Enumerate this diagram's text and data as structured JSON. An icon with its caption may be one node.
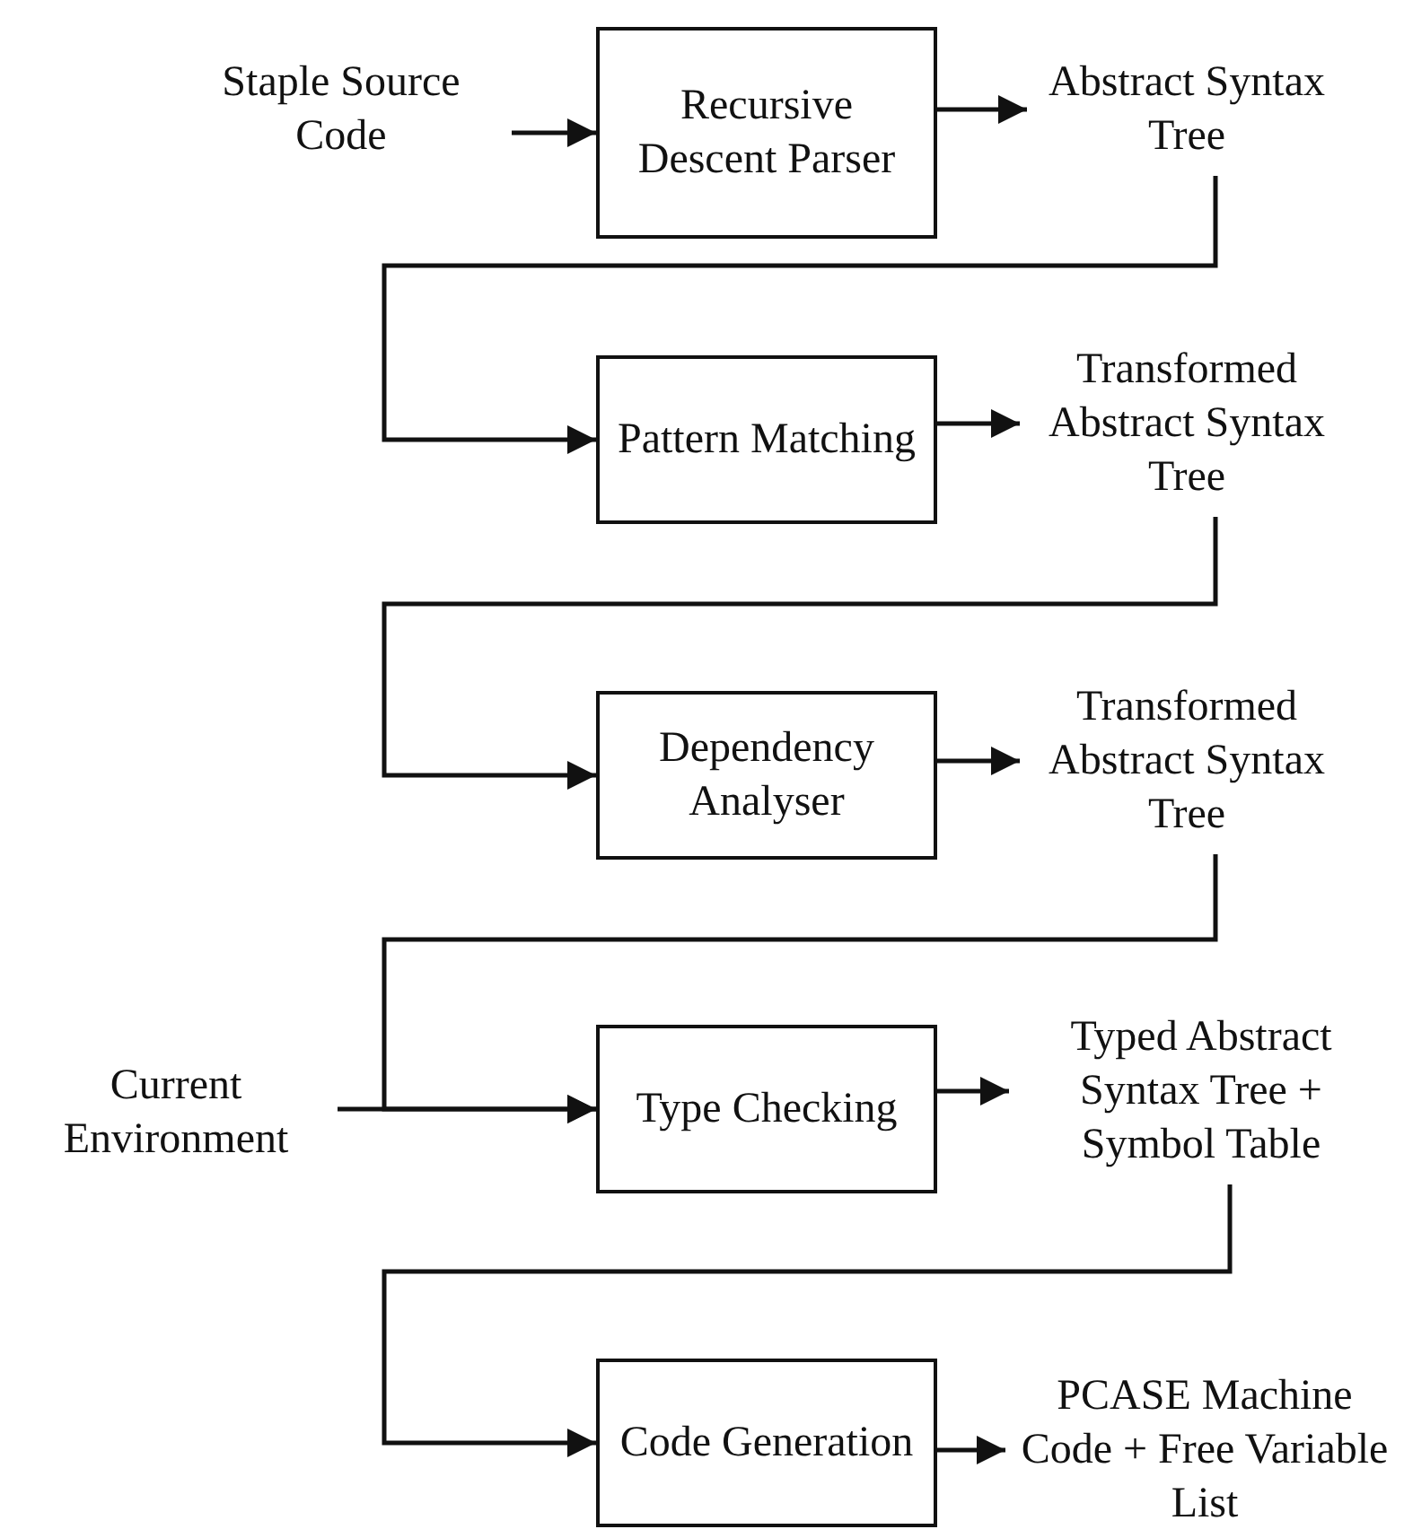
{
  "diagram": {
    "nodes": [
      {
        "text": [
          "Staple Source Code"
        ]
      },
      {
        "text": [
          "Recursive Descent Parser"
        ]
      },
      {
        "text": [
          "Abstract Syntax Tree"
        ]
      },
      {
        "text": [
          "Pattern Matching"
        ]
      },
      {
        "text": [
          "Transformed Abstract Syntax Tree"
        ]
      },
      {
        "text": [
          "Dependency Analyser"
        ]
      },
      {
        "text": [
          "Transformed Abstract Syntax Tree"
        ]
      },
      {
        "text": [
          "Current Environment"
        ]
      },
      {
        "text": [
          "Type Checking"
        ]
      },
      {
        "text": [
          "Typed Abstract Syntax Tree + Symbol Table"
        ]
      },
      {
        "text": [
          "Code Generation"
        ]
      },
      {
        "text": [
          "PCASE Machine Code + Free Variable List"
        ]
      }
    ],
    "edges": [
      {
        "from": 0,
        "to": 1,
        "arrow": "to"
      },
      {
        "from": 1,
        "to": 2,
        "arrow": "to"
      },
      {
        "from": 2,
        "to": 3,
        "arrow": "to"
      },
      {
        "from": 3,
        "to": 4,
        "arrow": "to"
      },
      {
        "from": 4,
        "to": 5,
        "arrow": "to"
      },
      {
        "from": 5,
        "to": 6,
        "arrow": "to"
      },
      {
        "from": 6,
        "to": 8,
        "arrow": "to"
      },
      {
        "from": 7,
        "to": 8,
        "arrow": "to"
      },
      {
        "from": 8,
        "to": 9,
        "arrow": "to"
      },
      {
        "from": 9,
        "to": 10,
        "arrow": "to"
      },
      {
        "from": 10,
        "to": 11,
        "arrow": "to"
      }
    ]
  }
}
